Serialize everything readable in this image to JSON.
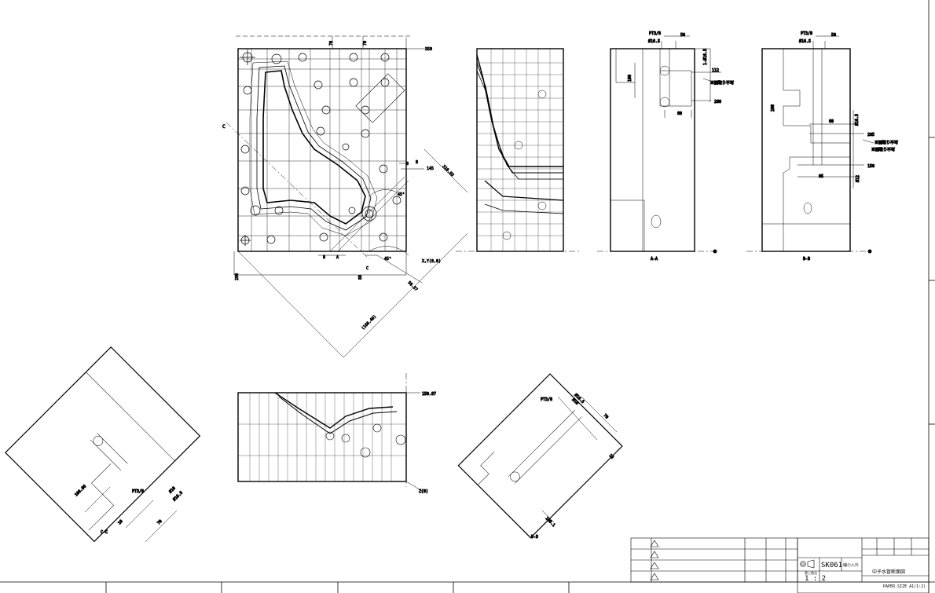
{
  "drawing": {
    "dims_top": {
      "d70a": "70",
      "d70b": "70",
      "d350": "350",
      "d145": "145",
      "d0a": "0",
      "d316": "316.93",
      "d45a": "45°",
      "d45b": "45°",
      "d298": "298",
      "d88": "88",
      "dxy": "X,Y(0,0)",
      "d56": "56.57",
      "d166": "(166.49)"
    },
    "section_marks": {
      "c_top": "C",
      "b_top": "B",
      "a_bot": "A",
      "b_bot": "B",
      "c_bot": "C"
    },
    "view_aa": {
      "pt": "PT3/8",
      "d50": "50",
      "d16": "Ø16.5",
      "d112": "112",
      "d260": "260",
      "d60": "60",
      "d100": "100",
      "note": "※面取り不可",
      "dim_r": "1-Ø16.5",
      "label": "A-A"
    },
    "view_bb": {
      "pt": "PT3/8",
      "d50": "50",
      "d16": "Ø16.5",
      "d60": "60",
      "d205": "205",
      "d150": "150",
      "d95": "95",
      "d200": "200",
      "d16b": "Ø16.5",
      "d12": "Ø12",
      "note1": "※面取り不可",
      "note2": "※面取り不可",
      "label": "B-B"
    },
    "view_cc": {
      "pt": "PT3/8",
      "d16": "Ø16",
      "d165": "Ø16.5",
      "d10": "10",
      "d70": "70",
      "d106": "106.96",
      "label": "C-C"
    },
    "view_front": {
      "d150": "150.97",
      "dz": "Z(0)"
    },
    "view_dd": {
      "pt": "PT3/8",
      "d165": "Ø16.5",
      "d16": "Ø16",
      "d70": "70",
      "d12": "12",
      "d100": "100.1",
      "label": "D-D"
    }
  },
  "title_block": {
    "number": "SK061",
    "scale": "1 : 2",
    "title": "中子水管断面図",
    "paper": "PAPER.SIZE  A1(1:2)",
    "label_small": "第三角法",
    "label_x": "縮小入れ"
  }
}
